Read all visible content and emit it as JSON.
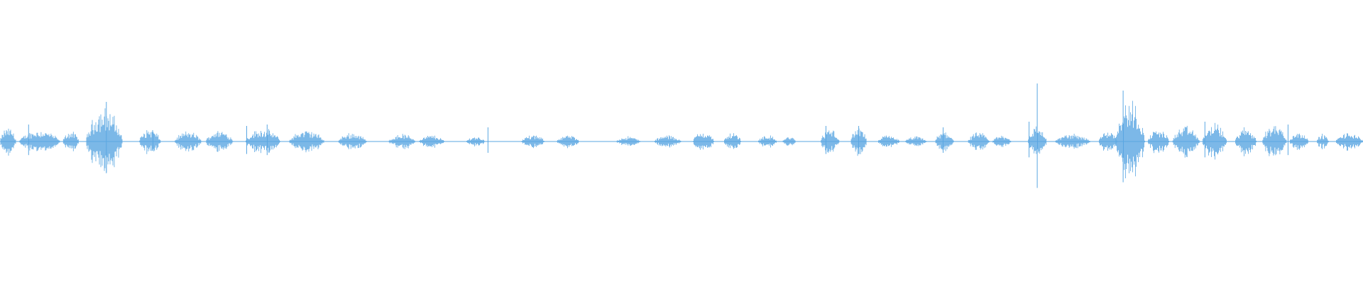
{
  "waveform": {
    "color": "#5ba7e2",
    "background": "#ffffff",
    "segments": [
      {
        "start": 0.0,
        "end": 0.012,
        "amp": 0.11
      },
      {
        "start": 0.014,
        "end": 0.044,
        "amp": 0.09
      },
      {
        "start": 0.046,
        "end": 0.058,
        "amp": 0.08
      },
      {
        "start": 0.063,
        "end": 0.09,
        "amp": 0.26
      },
      {
        "start": 0.102,
        "end": 0.118,
        "amp": 0.1
      },
      {
        "start": 0.128,
        "end": 0.148,
        "amp": 0.08
      },
      {
        "start": 0.151,
        "end": 0.171,
        "amp": 0.09
      },
      {
        "start": 0.18,
        "end": 0.206,
        "amp": 0.1
      },
      {
        "start": 0.212,
        "end": 0.238,
        "amp": 0.09
      },
      {
        "start": 0.248,
        "end": 0.269,
        "amp": 0.07
      },
      {
        "start": 0.285,
        "end": 0.305,
        "amp": 0.06
      },
      {
        "start": 0.307,
        "end": 0.326,
        "amp": 0.05
      },
      {
        "start": 0.342,
        "end": 0.356,
        "amp": 0.04
      },
      {
        "start": 0.382,
        "end": 0.4,
        "amp": 0.05
      },
      {
        "start": 0.408,
        "end": 0.425,
        "amp": 0.05
      },
      {
        "start": 0.452,
        "end": 0.47,
        "amp": 0.04
      },
      {
        "start": 0.48,
        "end": 0.5,
        "amp": 0.05
      },
      {
        "start": 0.508,
        "end": 0.524,
        "amp": 0.08
      },
      {
        "start": 0.531,
        "end": 0.544,
        "amp": 0.07
      },
      {
        "start": 0.556,
        "end": 0.57,
        "amp": 0.05
      },
      {
        "start": 0.574,
        "end": 0.584,
        "amp": 0.04
      },
      {
        "start": 0.602,
        "end": 0.616,
        "amp": 0.1
      },
      {
        "start": 0.624,
        "end": 0.636,
        "amp": 0.11
      },
      {
        "start": 0.644,
        "end": 0.66,
        "amp": 0.05
      },
      {
        "start": 0.664,
        "end": 0.68,
        "amp": 0.04
      },
      {
        "start": 0.686,
        "end": 0.7,
        "amp": 0.08
      },
      {
        "start": 0.71,
        "end": 0.726,
        "amp": 0.07
      },
      {
        "start": 0.728,
        "end": 0.742,
        "amp": 0.05
      },
      {
        "start": 0.754,
        "end": 0.768,
        "amp": 0.12
      },
      {
        "start": 0.774,
        "end": 0.8,
        "amp": 0.06
      },
      {
        "start": 0.806,
        "end": 0.82,
        "amp": 0.09
      },
      {
        "start": 0.818,
        "end": 0.84,
        "amp": 0.32
      },
      {
        "start": 0.842,
        "end": 0.858,
        "amp": 0.1
      },
      {
        "start": 0.86,
        "end": 0.88,
        "amp": 0.12
      },
      {
        "start": 0.882,
        "end": 0.9,
        "amp": 0.14
      },
      {
        "start": 0.906,
        "end": 0.922,
        "amp": 0.11
      },
      {
        "start": 0.926,
        "end": 0.944,
        "amp": 0.14
      },
      {
        "start": 0.946,
        "end": 0.96,
        "amp": 0.08
      },
      {
        "start": 0.966,
        "end": 0.975,
        "amp": 0.06
      },
      {
        "start": 0.98,
        "end": 1.0,
        "amp": 0.07
      }
    ],
    "spikes": [
      {
        "pos": 0.021,
        "amp": 0.12
      },
      {
        "pos": 0.078,
        "amp": 0.28
      },
      {
        "pos": 0.112,
        "amp": 0.08
      },
      {
        "pos": 0.181,
        "amp": 0.11
      },
      {
        "pos": 0.196,
        "amp": 0.12
      },
      {
        "pos": 0.358,
        "amp": 0.1
      },
      {
        "pos": 0.606,
        "amp": 0.11
      },
      {
        "pos": 0.63,
        "amp": 0.11
      },
      {
        "pos": 0.692,
        "amp": 0.1
      },
      {
        "pos": 0.755,
        "amp": 0.14
      },
      {
        "pos": 0.761,
        "amp": 0.41
      },
      {
        "pos": 0.824,
        "amp": 0.36
      },
      {
        "pos": 0.884,
        "amp": 0.14
      },
      {
        "pos": 0.945,
        "amp": 0.12
      }
    ]
  }
}
